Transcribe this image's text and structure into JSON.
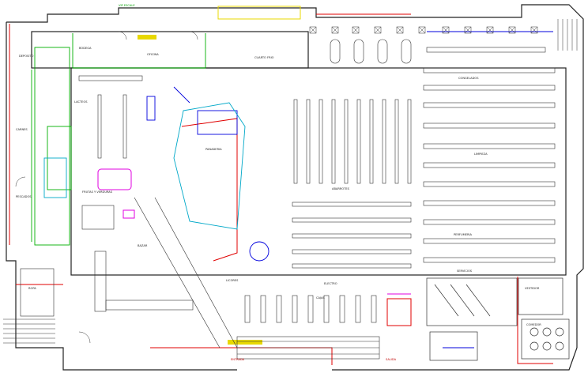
{
  "drawing": {
    "colors": {
      "wall": "#222222",
      "red": "#e00000",
      "green": "#00b000",
      "blue": "#0000dd",
      "cyan": "#00a8c8",
      "magenta": "#e000e0",
      "yellow": "#e8d800",
      "gray": "#9a9a9a"
    },
    "labels": {
      "top_entrance": "VIP ESCALE",
      "cajas": "CAJAS",
      "oficina": "OFICINA",
      "bodega": "BODEGA",
      "lacteos": "LACTEOS",
      "carnes": "CARNES",
      "pescados": "PESCADOS",
      "panaderia": "PANADERIA",
      "frutas": "FRUTAS Y VERDURAS",
      "licores": "LICORES",
      "congelados": "CONGELADOS",
      "abarrotes": "ABARROTES",
      "limpieza": "LIMPIEZA",
      "perfumeria": "PERFUMERIA",
      "entrada": "ENTRADA",
      "salida": "SALIDA",
      "deposito": "DEPOSITO",
      "cuarto_frio": "CUARTO FRIO",
      "vestidor": "VESTIDOR",
      "servicios": "SERVICIOS",
      "comedor": "COMEDOR",
      "bazar": "BAZAR",
      "electro": "ELECTRO",
      "ropa": "ROPA"
    }
  }
}
